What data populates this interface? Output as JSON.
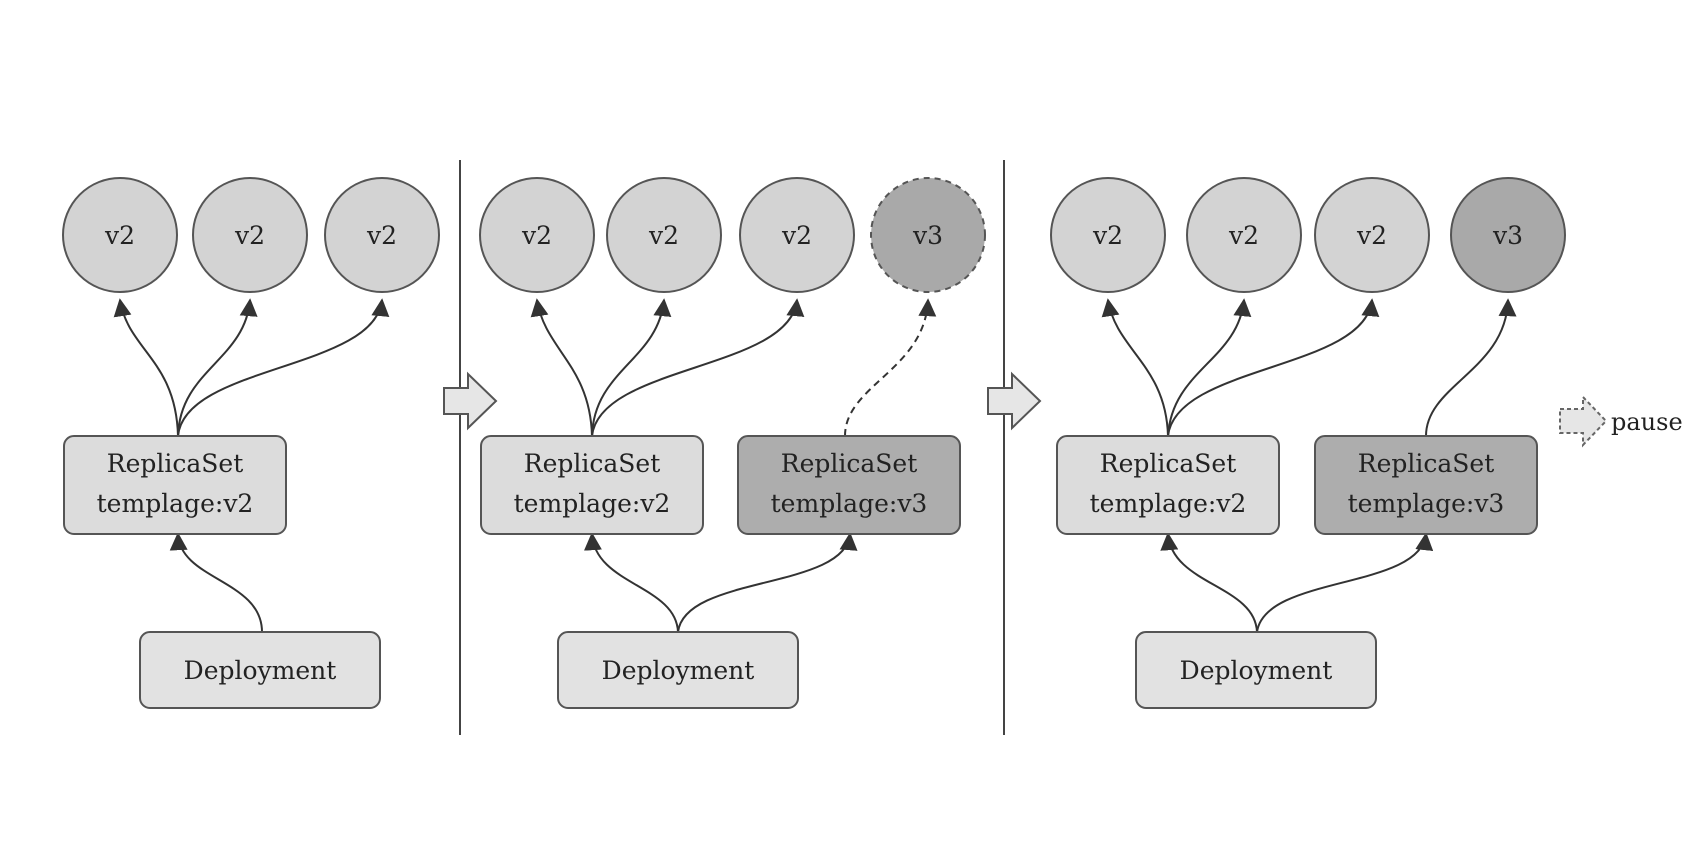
{
  "stages": [
    {
      "pods": [
        {
          "label": "v2",
          "state": "running"
        },
        {
          "label": "v2",
          "state": "running"
        },
        {
          "label": "v2",
          "state": "running"
        }
      ],
      "replicasets": [
        {
          "line1": "ReplicaSet",
          "line2": "templage:v2"
        }
      ],
      "deployment": "Deployment"
    },
    {
      "pods": [
        {
          "label": "v2",
          "state": "running"
        },
        {
          "label": "v2",
          "state": "running"
        },
        {
          "label": "v2",
          "state": "running"
        },
        {
          "label": "v3",
          "state": "creating"
        }
      ],
      "replicasets": [
        {
          "line1": "ReplicaSet",
          "line2": "templage:v2"
        },
        {
          "line1": "ReplicaSet",
          "line2": "templage:v3"
        }
      ],
      "deployment": "Deployment"
    },
    {
      "pods": [
        {
          "label": "v2",
          "state": "running"
        },
        {
          "label": "v2",
          "state": "running"
        },
        {
          "label": "v2",
          "state": "running"
        },
        {
          "label": "v3",
          "state": "running"
        }
      ],
      "replicasets": [
        {
          "line1": "ReplicaSet",
          "line2": "templage:v2"
        },
        {
          "line1": "ReplicaSet",
          "line2": "templage:v3"
        }
      ],
      "deployment": "Deployment"
    }
  ],
  "legend": {
    "pause_label": "pause"
  },
  "colors": {
    "v2_fill": "#d3d3d3",
    "v3_fill": "#a9a9a9",
    "rs_v2_fill": "#dcdcdc",
    "rs_v3_fill": "#adadad",
    "deployment_fill": "#e2e2e2",
    "stroke": "#555555"
  }
}
